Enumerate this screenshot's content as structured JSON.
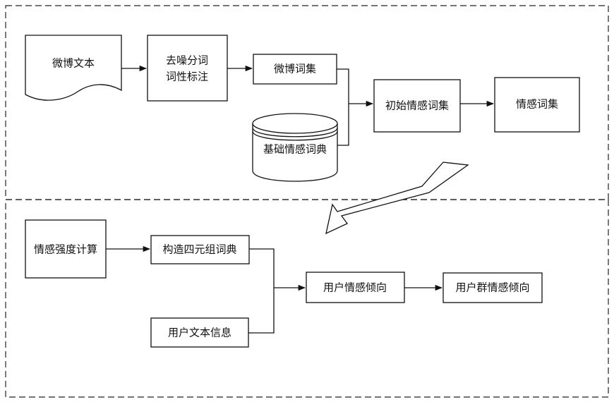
{
  "nodes": {
    "weibo_text": "微博文本",
    "denoise_line1": "去噪分词",
    "denoise_line2": "词性标注",
    "weibo_wordset": "微博词集",
    "base_lexicon": "基础情感词典",
    "initial_sentiment_wordset": "初始情感词集",
    "sentiment_wordset": "情感词集",
    "intensity_calc": "情感强度计算",
    "quad_lexicon": "构造四元组词典",
    "user_text_info": "用户文本信息",
    "user_sentiment": "用户情感倾向",
    "group_sentiment": "用户群情感倾向"
  }
}
